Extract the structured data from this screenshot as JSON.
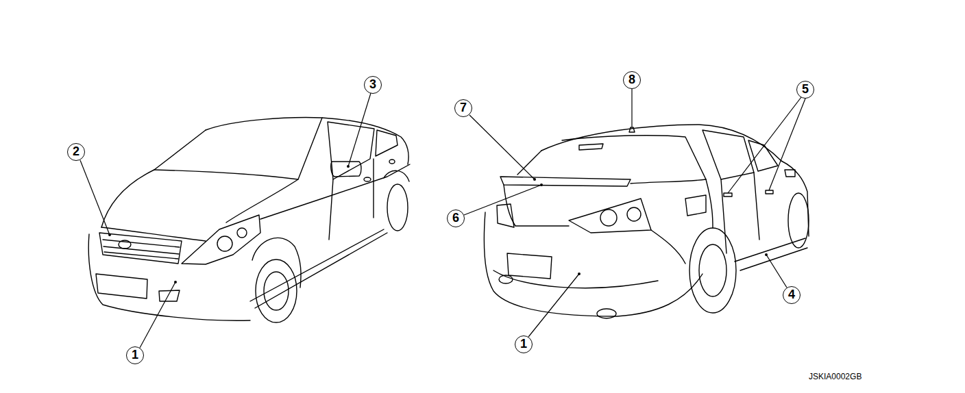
{
  "diagram": {
    "labels": [
      "3",
      "8",
      "5",
      "7",
      "2",
      "6",
      "4",
      "1",
      "1",
      "JSKIA0002GB"
    ]
  }
}
